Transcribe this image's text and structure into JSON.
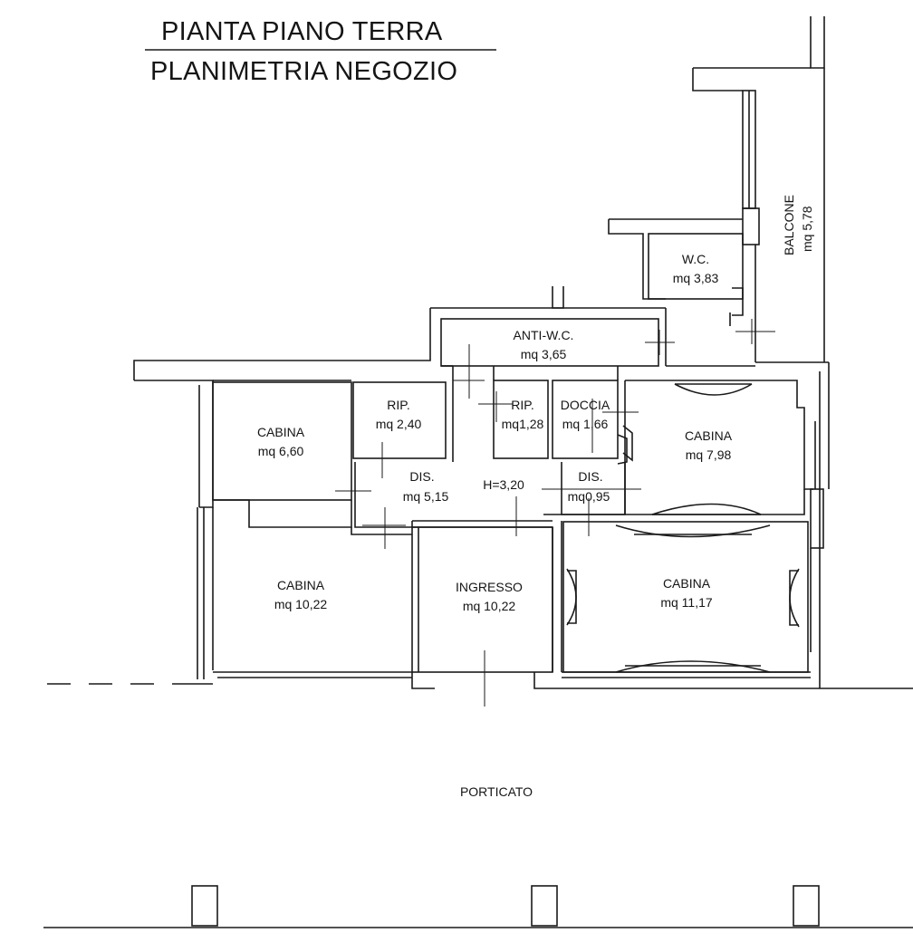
{
  "title": {
    "line1": "PIANTA PIANO TERRA",
    "line2": "PLANIMETRIA NEGOZIO"
  },
  "rooms": {
    "wc": {
      "name": "W.C.",
      "area": "mq 3,83"
    },
    "anti_wc": {
      "name": "ANTI-W.C.",
      "area": "mq 3,65"
    },
    "balcone": {
      "name": "BALCONE",
      "area": "mq 5,78"
    },
    "cabina_1": {
      "name": "CABINA",
      "area": "mq 6,60"
    },
    "rip_1": {
      "name": "RIP.",
      "area": "mq 2,40"
    },
    "rip_2": {
      "name": "RIP.",
      "area": "mq1,28"
    },
    "doccia": {
      "name": "DOCCIA",
      "area": "mq 1,66"
    },
    "cabina_2": {
      "name": "CABINA",
      "area": "mq 7,98"
    },
    "dis_1": {
      "name": "DIS.",
      "area": "mq 5,15"
    },
    "dis_2": {
      "name": "DIS.",
      "area": "mq0,95"
    },
    "cabina_3": {
      "name": "CABINA",
      "area": "mq 10,22"
    },
    "ingresso": {
      "name": "INGRESSO",
      "area": "mq 10,22"
    },
    "cabina_4": {
      "name": "CABINA",
      "area": "mq 11,17"
    }
  },
  "height_label": "H=3,20",
  "porticato": "PORTICATO"
}
